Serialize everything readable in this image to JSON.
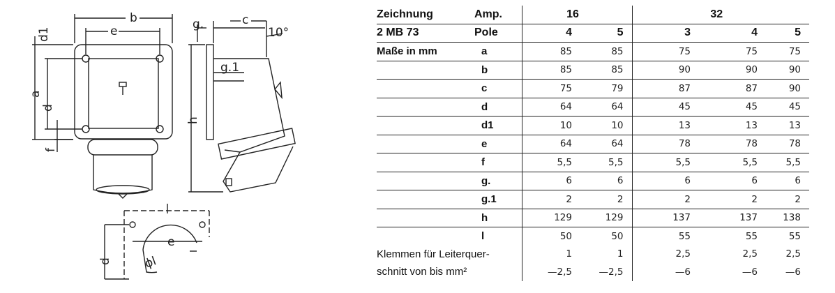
{
  "drawing": {
    "labels": [
      "b",
      "e",
      "d1",
      "a",
      "d",
      "f",
      "g.",
      "c",
      "10°",
      "g.1",
      "h",
      "e",
      "d",
      "ϕl"
    ]
  },
  "table": {
    "header1": {
      "title": "Zeichnung",
      "col": "Amp.",
      "amp16": "16",
      "amp32": "32"
    },
    "header2": {
      "title": "2 MB 73",
      "col": "Pole",
      "poles": [
        "4",
        "5",
        "3",
        "4",
        "5"
      ]
    },
    "section_label": "Maße in mm",
    "rows": [
      {
        "dim": "a",
        "values": [
          "85",
          "85",
          "75",
          "75",
          "75"
        ]
      },
      {
        "dim": "b",
        "values": [
          "85",
          "85",
          "90",
          "90",
          "90"
        ]
      },
      {
        "dim": "c",
        "values": [
          "75",
          "79",
          "87",
          "87",
          "90"
        ]
      },
      {
        "dim": "d",
        "values": [
          "64",
          "64",
          "45",
          "45",
          "45"
        ]
      },
      {
        "dim": "d1",
        "values": [
          "10",
          "10",
          "13",
          "13",
          "13"
        ]
      },
      {
        "dim": "e",
        "values": [
          "64",
          "64",
          "78",
          "78",
          "78"
        ]
      },
      {
        "dim": "f",
        "values": [
          "5,5",
          "5,5",
          "5,5",
          "5,5",
          "5,5"
        ]
      },
      {
        "dim": "g.",
        "values": [
          "6",
          "6",
          "6",
          "6",
          "6"
        ]
      },
      {
        "dim": "g.1",
        "values": [
          "2",
          "2",
          "2",
          "2",
          "2"
        ]
      },
      {
        "dim": "h",
        "values": [
          "129",
          "129",
          "137",
          "137",
          "138"
        ]
      },
      {
        "dim": "l",
        "values": [
          "50",
          "50",
          "55",
          "55",
          "55"
        ]
      }
    ],
    "clamp": {
      "label1": "Klemmen für Leiterquer-",
      "label2": "schnitt von bis mm²",
      "from": [
        "1",
        "1",
        "2,5",
        "2,5",
        "2,5"
      ],
      "to": [
        "—2,5",
        "—2,5",
        "—6",
        "—6",
        "—6"
      ]
    }
  }
}
